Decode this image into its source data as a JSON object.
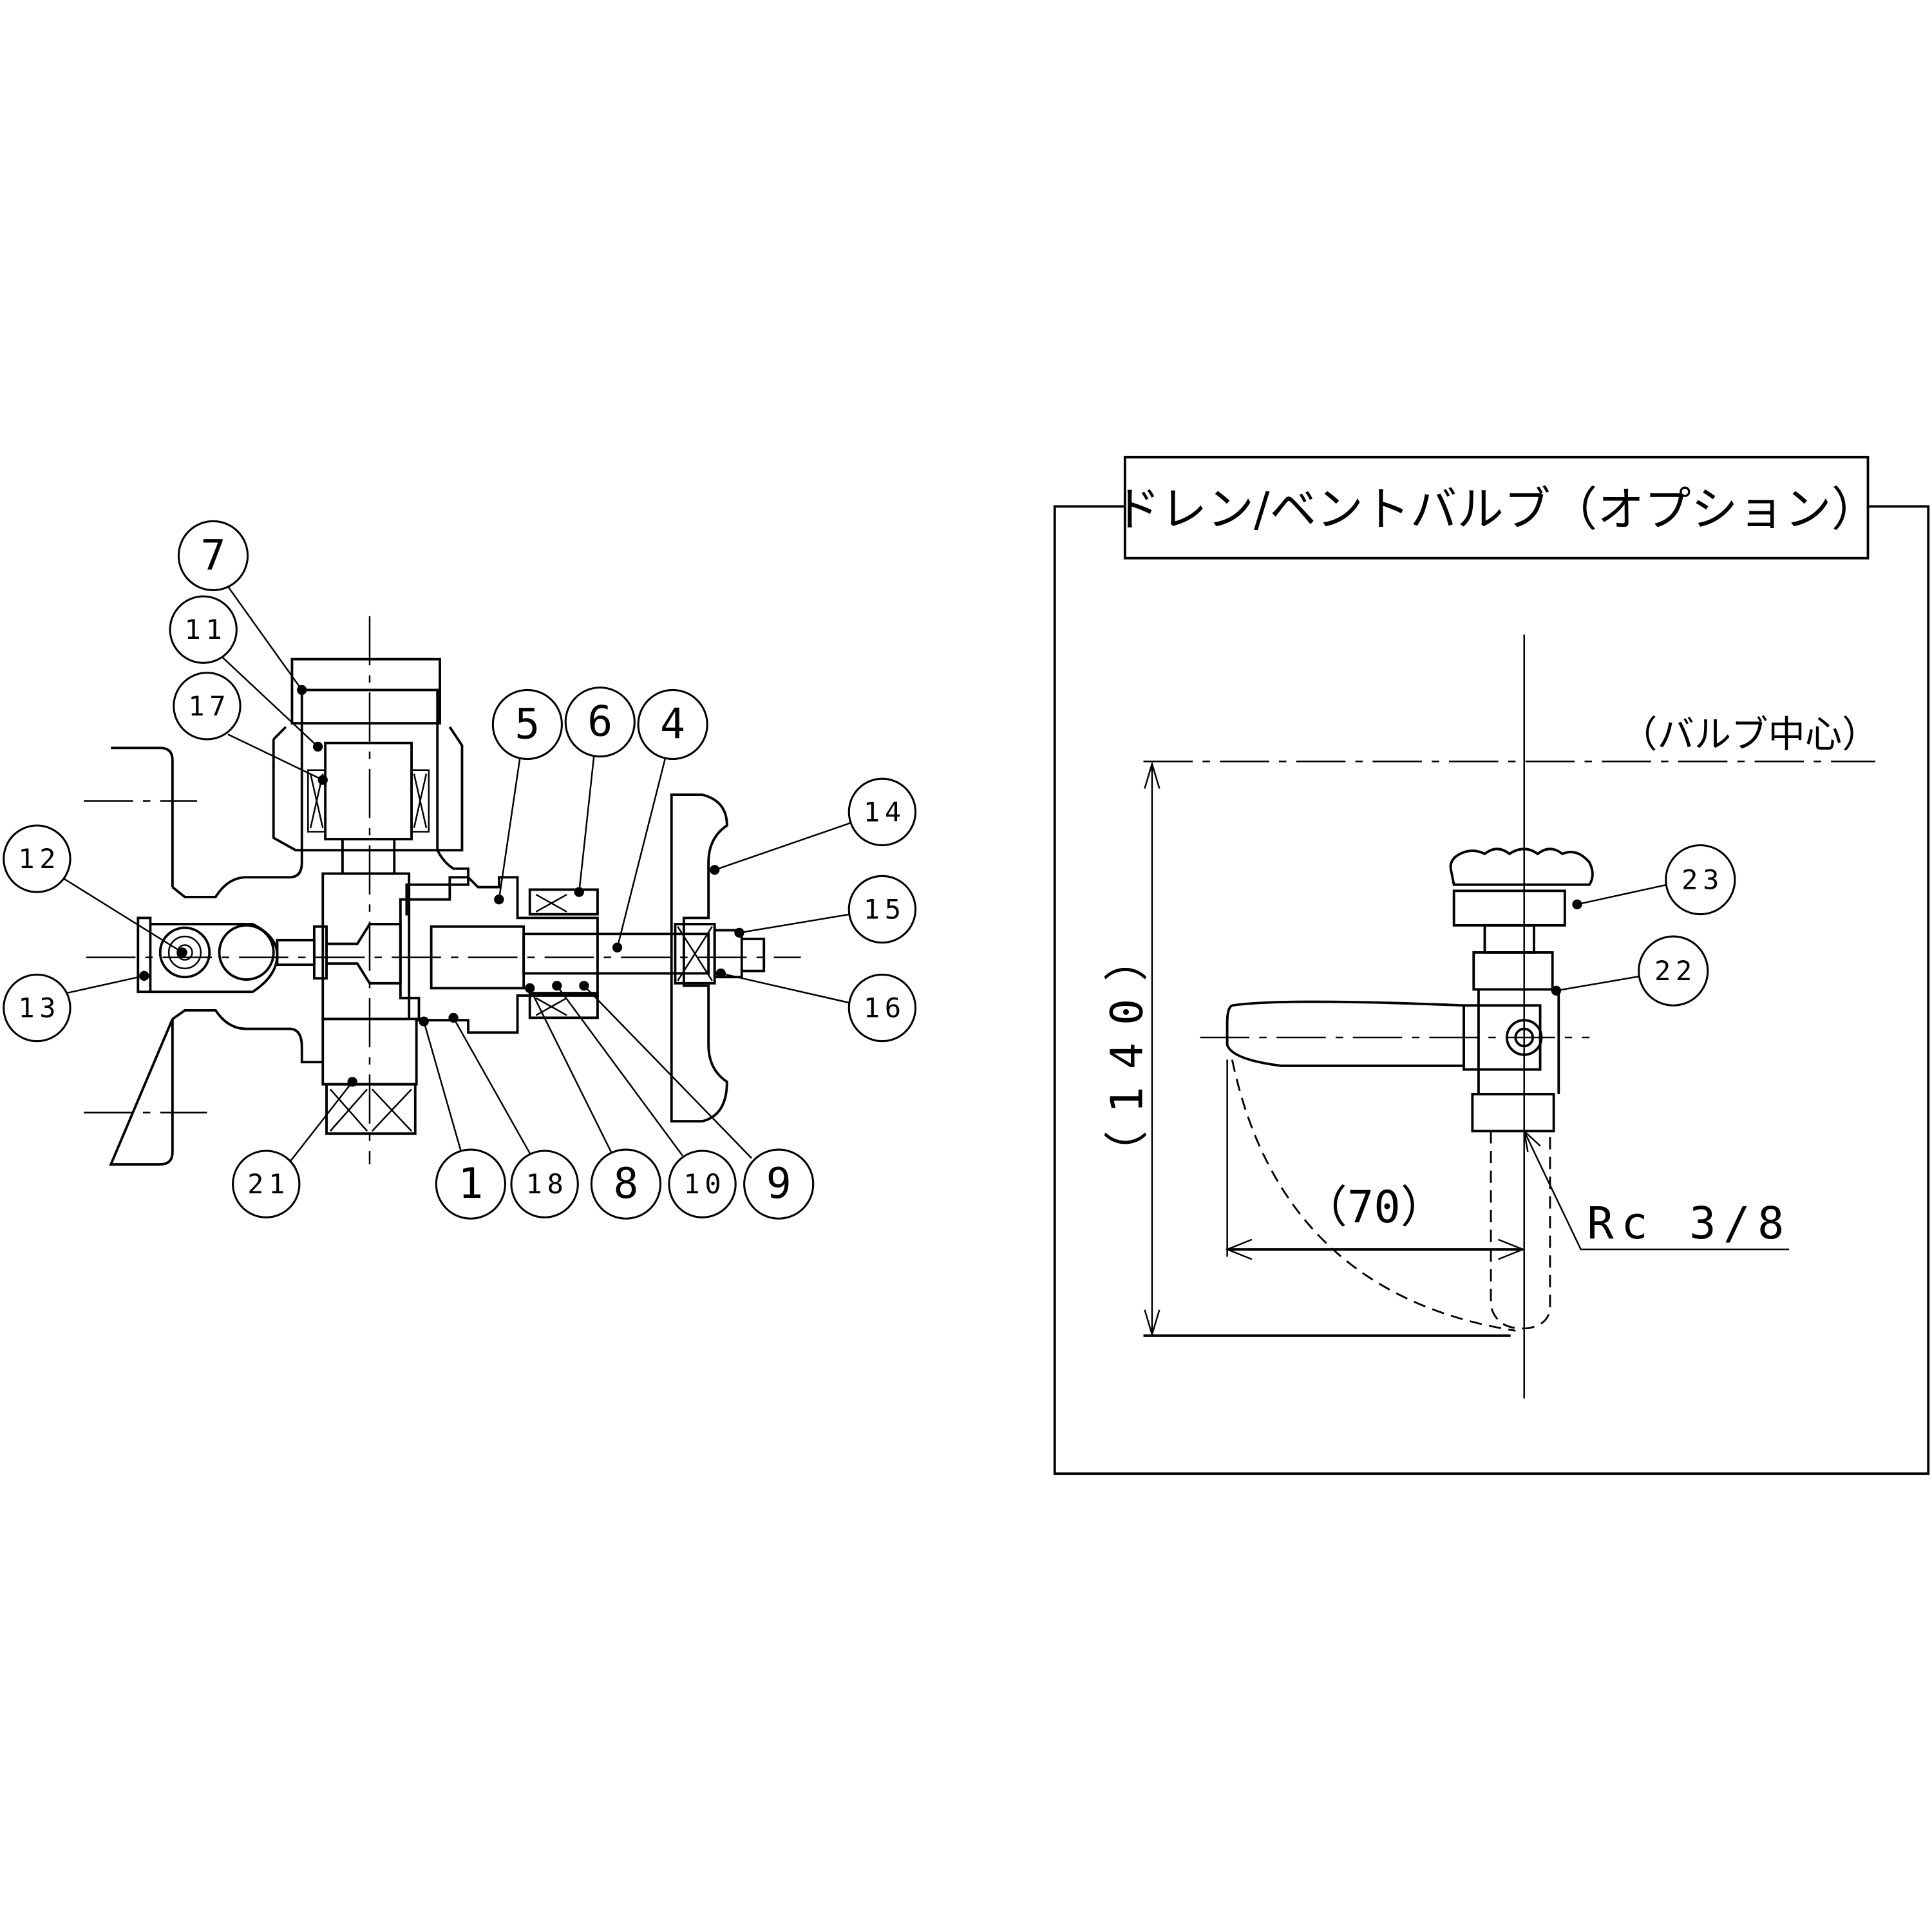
{
  "main_view": {
    "balloons": [
      "7",
      "11",
      "17",
      "5",
      "6",
      "4",
      "14",
      "12",
      "15",
      "13",
      "16",
      "21",
      "1",
      "18",
      "8",
      "10",
      "9"
    ]
  },
  "option_view": {
    "title": "ドレン/ベントバルブ（オプション）",
    "centerline_label": "（バルブ中心）",
    "balloons": [
      "23",
      "22"
    ],
    "dim_height": "（140）",
    "dim_width": "（70）",
    "thread_label": "Rc 3/8"
  }
}
